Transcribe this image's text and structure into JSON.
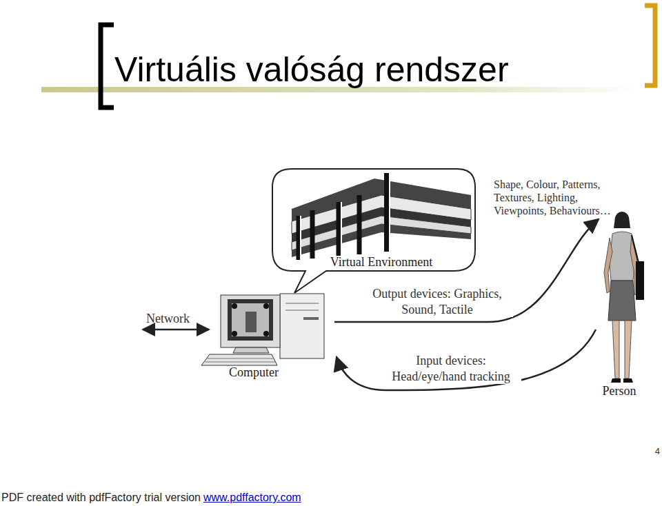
{
  "diagram": {
    "title": "Virtuális valóság rendszer",
    "nodes": [
      {
        "text": [
          "Virtual Environment"
        ]
      },
      {
        "text": [
          "Computer"
        ]
      },
      {
        "text": [
          "Person"
        ]
      }
    ],
    "edges": [
      {
        "from": 1,
        "to": 2,
        "arrow": "to",
        "label": "Output devices: Graphics, Sound, Tactile"
      },
      {
        "from": 2,
        "to": 1,
        "arrow": "to",
        "label": "Input devices: Head/eye/hand tracking"
      }
    ],
    "labels": [
      "Shape, Colour, Patterns, Textures, Lighting, Viewpoints, Behaviours…",
      "Network",
      "4",
      "PDF created with pdfFactory trial version",
      "www.pdffactory.com"
    ]
  }
}
